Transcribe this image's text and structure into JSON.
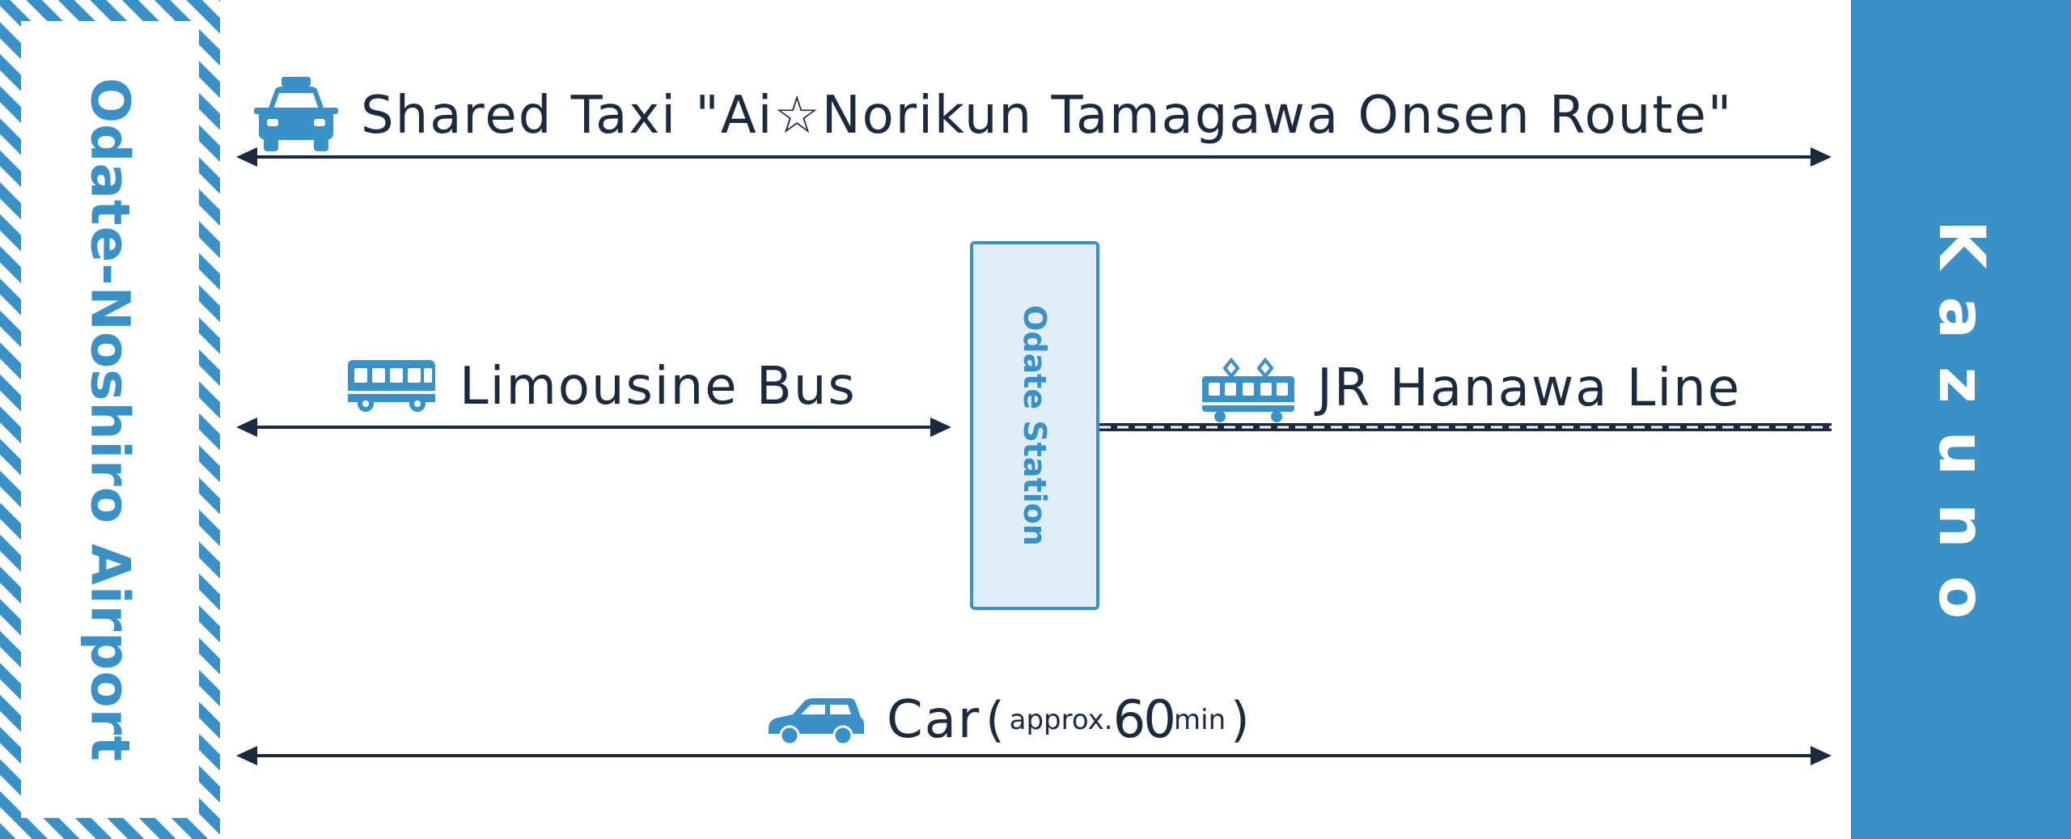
{
  "origin": {
    "label": "Odate-Noshiro Airport"
  },
  "destination": {
    "label": "Kazuno"
  },
  "hub": {
    "label": "Odate Station"
  },
  "routes": {
    "taxi": {
      "label": "Shared Taxi \"Ai☆Norikun Tamagawa Onsen Route\"",
      "icon": "taxi-icon"
    },
    "bus": {
      "label": "Limousine Bus",
      "icon": "bus-icon"
    },
    "rail": {
      "label": "JR Hanawa Line",
      "icon": "train-icon"
    },
    "car": {
      "label": "Car",
      "approx": "approx.",
      "duration": "60",
      "unit": "min",
      "open_paren": "(",
      "close_paren": ")",
      "icon": "car-icon"
    }
  },
  "colors": {
    "accent": "#3a91c8",
    "text": "#1b2a3f",
    "station_fill": "#e2eef7"
  }
}
